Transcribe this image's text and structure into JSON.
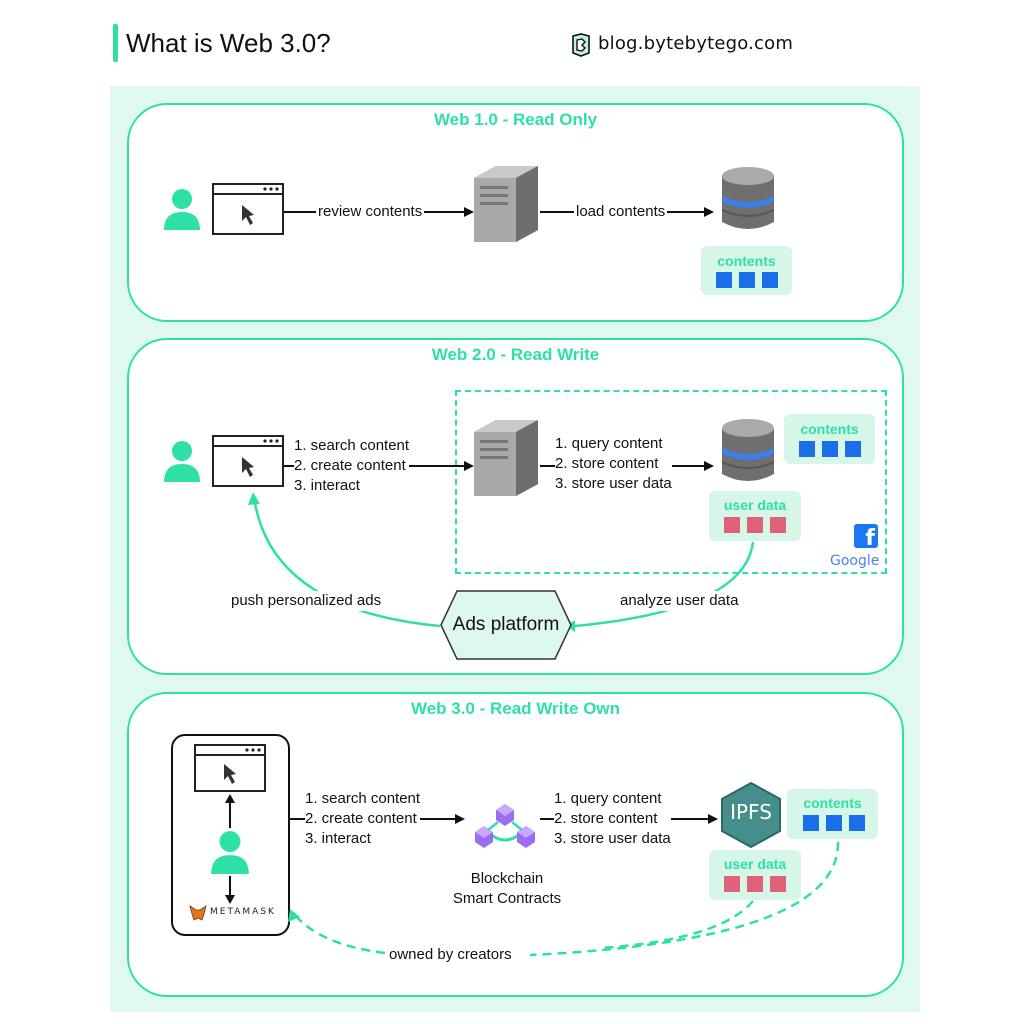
{
  "header": {
    "title": "What is Web 3.0?",
    "brand": "blog.bytebytego.com"
  },
  "web1": {
    "title": "Web 1.0 - Read Only",
    "edge_browser_server": "review contents",
    "edge_server_db": "load contents",
    "contents_chip": "contents"
  },
  "web2": {
    "title": "Web 2.0 - Read Write",
    "browser_actions": [
      "1. search content",
      "2. create content",
      "3. interact"
    ],
    "server_actions": [
      "1. query content",
      "2. store content",
      "3. store user data"
    ],
    "contents_chip": "contents",
    "user_data_chip": "user data",
    "google_label": "Google",
    "facebook_label": "f",
    "ads_platform": "Ads platform",
    "push_ads": "push personalized ads",
    "analyze": "analyze user data"
  },
  "web3": {
    "title": "Web 3.0 - Read Write Own",
    "wallet_label": "METAMASK",
    "browser_actions": [
      "1. search content",
      "2. create content",
      "3. interact"
    ],
    "blockchain_label": [
      "Blockchain",
      "Smart Contracts"
    ],
    "server_actions": [
      "1. query content",
      "2. store content",
      "3. store user data"
    ],
    "ipfs_label": "IPFS",
    "contents_chip": "contents",
    "user_data_chip": "user data",
    "owned": "owned by creators"
  },
  "colors": {
    "accent": "#2ee0a6",
    "panel": "#dff9ee",
    "blue_square": "#1a6fe8",
    "red_square": "#e0627a"
  }
}
